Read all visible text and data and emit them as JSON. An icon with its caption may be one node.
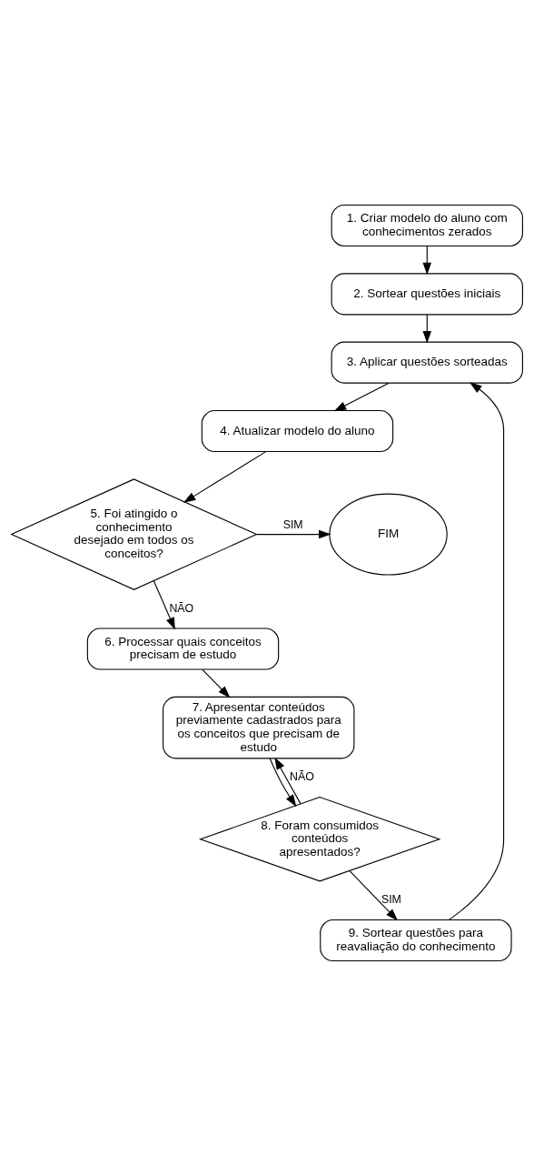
{
  "diagram": {
    "nodes": [
      {
        "text": [
          "1. Criar modelo do aluno com conhecimentos zerados"
        ]
      },
      {
        "text": [
          "2. Sortear questões iniciais"
        ]
      },
      {
        "text": [
          "3. Aplicar questões sorteadas"
        ]
      },
      {
        "text": [
          "4. Atualizar modelo do aluno"
        ]
      },
      {
        "text": [
          "5. Foi atingido o conhecimento desejado em todos os conceitos?"
        ]
      },
      {
        "text": [
          "FIM"
        ]
      },
      {
        "text": [
          "6. Processar quais conceitos precisam de estudo"
        ]
      },
      {
        "text": [
          "7. Apresentar conteúdos previamente cadastrados para os conceitos que precisam de estudo"
        ]
      },
      {
        "text": [
          "8. Foram consumidos conteúdos apresentados?"
        ]
      },
      {
        "text": [
          "9. Sortear questões para reavaliação do conhecimento"
        ]
      }
    ],
    "edges": [
      {
        "from": 0,
        "to": 1,
        "arrow": "to"
      },
      {
        "from": 1,
        "to": 2,
        "arrow": "to"
      },
      {
        "from": 2,
        "to": 3,
        "arrow": "to"
      },
      {
        "from": 3,
        "to": 4,
        "arrow": "to"
      },
      {
        "from": 4,
        "to": 5,
        "arrow": "to",
        "label": "SIM"
      },
      {
        "from": 4,
        "to": 6,
        "arrow": "to",
        "label": "NÃO"
      },
      {
        "from": 6,
        "to": 7,
        "arrow": "to"
      },
      {
        "from": 7,
        "to": 8,
        "arrow": "to"
      },
      {
        "from": 8,
        "to": 7,
        "arrow": "to",
        "label": "NÃO"
      },
      {
        "from": 8,
        "to": 9,
        "arrow": "to",
        "label": "SIM"
      },
      {
        "from": 9,
        "to": 2,
        "arrow": "to"
      }
    ]
  }
}
